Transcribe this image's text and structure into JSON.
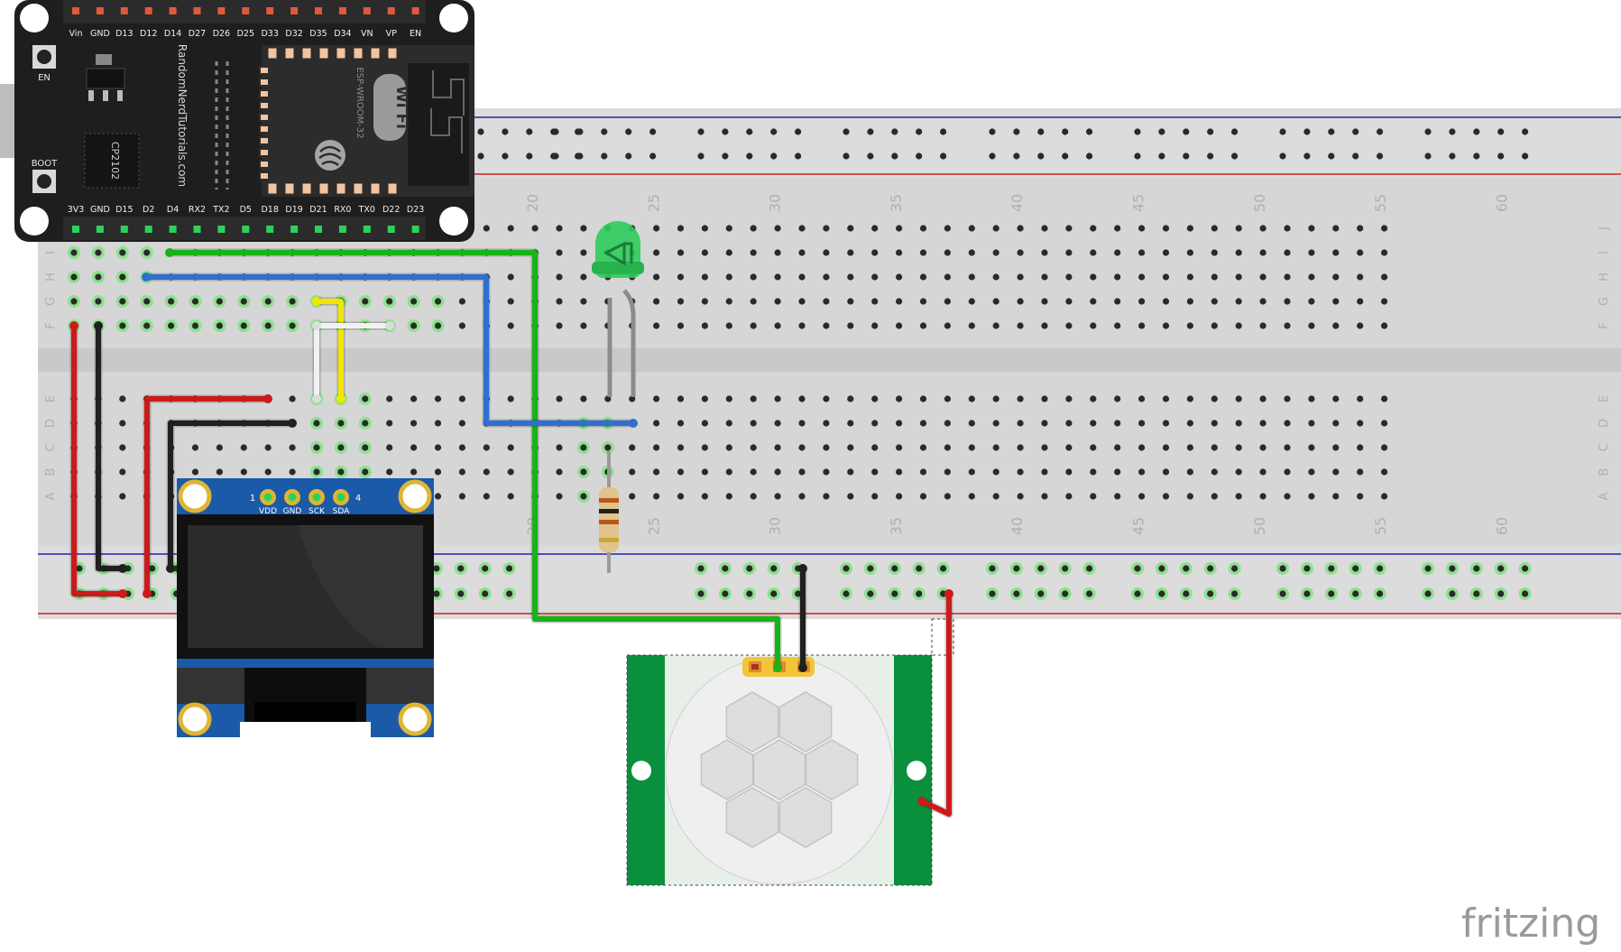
{
  "esp32": {
    "top_pins": [
      "Vin",
      "GND",
      "D13",
      "D12",
      "D14",
      "D27",
      "D26",
      "D25",
      "D33",
      "D32",
      "D35",
      "D34",
      "VN",
      "VP",
      "EN"
    ],
    "bottom_pins": [
      "3V3",
      "GND",
      "D15",
      "D2",
      "D4",
      "RX2",
      "TX2",
      "D5",
      "D18",
      "D19",
      "D21",
      "RX0",
      "TX0",
      "D22",
      "D23"
    ],
    "en_label": "EN",
    "boot_label": "BOOT",
    "chip_label": "CP2102",
    "vertical_text": "RandomNerdTutorials.com",
    "module_label": "ESP-WROOM-32",
    "wifi_label": "Wi Fi"
  },
  "breadboard": {
    "column_numbers": [
      "20",
      "25",
      "30",
      "35",
      "40",
      "45",
      "50",
      "55",
      "60"
    ],
    "top_row_letters": [
      "J",
      "I",
      "H",
      "G",
      "F"
    ],
    "bottom_row_letters": [
      "E",
      "D",
      "C",
      "B",
      "A"
    ]
  },
  "oled": {
    "pin_numbers": [
      "1",
      "4"
    ],
    "pin_labels": [
      "VDD",
      "GND",
      "SCK",
      "SDA"
    ]
  },
  "watermark": "fritzing",
  "colors": {
    "wire_green": "#18b318",
    "wire_blue": "#2f6fd0",
    "wire_red": "#cc1a1a",
    "wire_black": "#202020",
    "wire_yellow": "#f2e600",
    "wire_white": "#f2f2f2",
    "led_green": "#2ecc5a",
    "pir_green": "#0a8f3c",
    "board_black": "#1c1c1c",
    "oled_blue": "#1a5aa8"
  }
}
